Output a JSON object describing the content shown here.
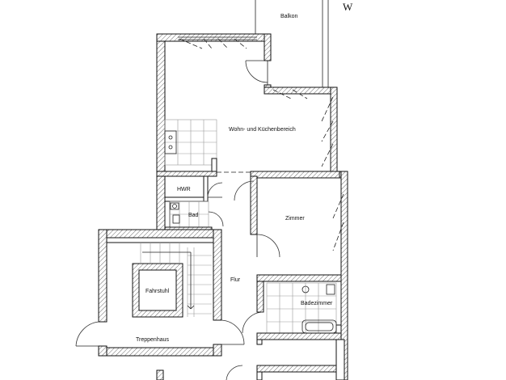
{
  "rooms": {
    "balkon": "Balkon",
    "wohn": "Wohn- und Küchenbereich",
    "hwr": "HWR",
    "bad": "Bad",
    "zimmer": "Zimmer",
    "flur": "Flur",
    "fahrstuhl": "Fahrstuhl",
    "badezimmer": "Badezimmer",
    "treppenhaus": "Treppenhaus"
  },
  "north_marker": "W",
  "colors": {
    "line": "#111111",
    "tile": "#9a9a9a",
    "background": "#ffffff"
  }
}
